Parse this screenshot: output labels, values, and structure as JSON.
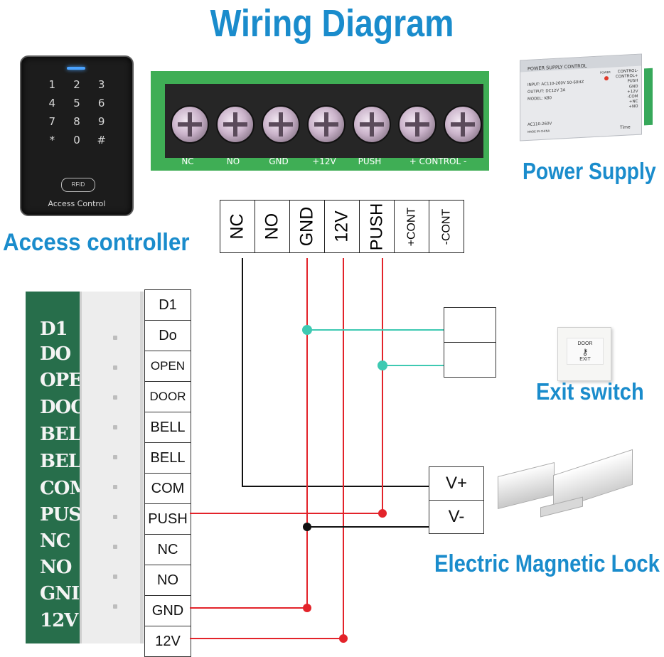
{
  "title": "Wiring Diagram",
  "captions": {
    "access_controller": "Access controller",
    "power_supply": "Power Supply",
    "exit_switch": "Exit switch",
    "lock": "Electric Magnetic Lock"
  },
  "keypad": {
    "keys": [
      "1",
      "2",
      "3",
      "4",
      "5",
      "6",
      "7",
      "8",
      "9",
      "*",
      "0",
      "#"
    ],
    "rfid": "RFID",
    "label": "Access Control"
  },
  "terminal_block": {
    "labels": [
      "NC",
      "NO",
      "GND",
      "+12V",
      "PUSH",
      "+ CONTROL -"
    ]
  },
  "power_supply": {
    "title": "POWER SUPPLY CONTROL",
    "input": "INPUT: AC110-260V 50-60HZ",
    "output": "OUTPUT: DC12V 3A",
    "model": "MODEL: K80",
    "power_label": "POWER",
    "ac_label": "AC110-260V",
    "made_in": "MADE IN CHINA",
    "time": "Time",
    "terminals": [
      "CONTROL-",
      "CONTROL+",
      "PUSH",
      "GND",
      "+12V",
      "-COM",
      "+NC",
      "+NO"
    ]
  },
  "psu_table": [
    "NC",
    "NO",
    "GND",
    "12V",
    "PUSH",
    "+CONT",
    "-CONT"
  ],
  "board_labels": [
    "D1",
    "DO",
    "OPE",
    "DOO",
    "BEL",
    "BEL",
    "COM",
    "PUS",
    "NC",
    "NO",
    "GNI",
    "12V"
  ],
  "controller_table": [
    "D1",
    "Do",
    "OPEN",
    "DOOR",
    "BELL",
    "BELL",
    "COM",
    "PUSH",
    "NC",
    "NO",
    "GND",
    "12V"
  ],
  "exit_switch": {
    "door": "DOOR",
    "exit": "EXIT"
  },
  "lock_table": [
    "V+",
    "V-"
  ],
  "colors": {
    "accent": "#1a8ccc",
    "red": "#e3232a",
    "teal": "#3ec9b2",
    "black": "#111111"
  }
}
